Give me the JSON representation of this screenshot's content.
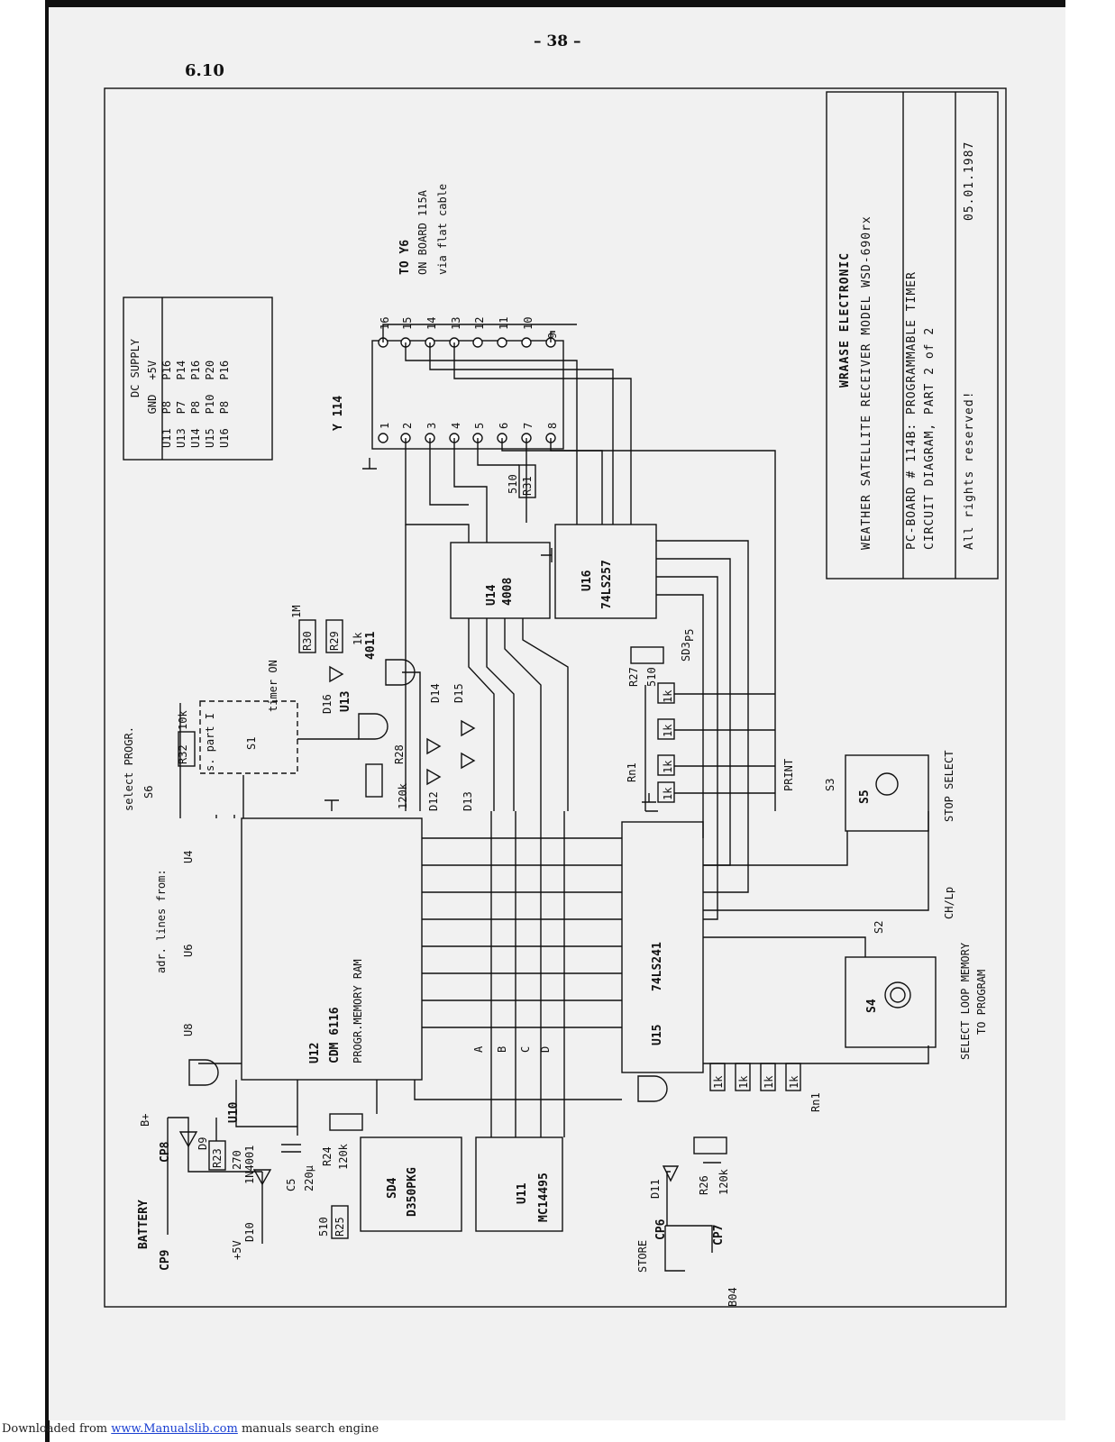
{
  "page_number": "– 38 –",
  "section": "6.10",
  "title_block": {
    "company": "WRAASE ELECTRONIC",
    "product": "WEATHER SATELLITE RECEIVER MODEL WSD-690rx",
    "board": "PC-BOARD # 114B: PROGRAMMABLE TIMER",
    "part": "CIRCUIT DIAGRAM, PART 2 of 2",
    "rights": "All rights reserved!",
    "date": "05.01.1987"
  },
  "dc_supply": {
    "title": "DC SUPPLY",
    "headers": [
      "",
      "GND",
      "+5V"
    ],
    "rows": [
      [
        "U11",
        "P8",
        "P16"
      ],
      [
        "U13",
        "P7",
        "P14"
      ],
      [
        "U14",
        "P8",
        "P16"
      ],
      [
        "U15",
        "P10",
        "P20"
      ],
      [
        "U16",
        "P8",
        "P16"
      ]
    ]
  },
  "connector": {
    "name": "Y 114",
    "to": "TO Y6",
    "board": "ON BOARD 115A",
    "via": "via flat cable",
    "pins_bottom": [
      "1",
      "2",
      "3",
      "4",
      "5",
      "6",
      "7",
      "8"
    ],
    "pins_top": [
      "16",
      "15",
      "14",
      "13",
      "12",
      "11",
      "10",
      "9"
    ]
  },
  "ics": {
    "u12": {
      "ref": "U12",
      "part": "CDM 6116",
      "desc": "PROGR.MEMORY RAM"
    },
    "u14": {
      "ref": "U14",
      "part": "4008"
    },
    "u16": {
      "ref": "U16",
      "part": "74LS257"
    },
    "u15": {
      "ref": "U15",
      "part": "74LS241"
    },
    "u11": {
      "ref": "U11",
      "part": "MC14495"
    },
    "sd4": {
      "ref": "SD4",
      "part": "D350PKG"
    },
    "u13": {
      "ref": "U13",
      "part": "4011"
    },
    "u10": {
      "ref": "U10"
    },
    "u8": {
      "ref": "U8"
    }
  },
  "labels": {
    "adr_lines": "adr. lines from:",
    "u4": "U4",
    "u6": "U6",
    "u8": "U8",
    "select_progr": "select PROGR.",
    "s6": "S6",
    "timer_on": "timer ON",
    "s_part": "s. part I",
    "s1": "S1",
    "battery": "BATTERY",
    "cp9": "CP9",
    "cp8": "CP8",
    "b_plus": "B+",
    "plus5v": "+5V",
    "store": "STORE",
    "cp6": "CP6",
    "cp7": "CP7",
    "b04": "B04",
    "print": "PRINT",
    "s3": "S3",
    "s5": "S5",
    "stop_select": "STOP SELECT",
    "s2": "S2",
    "ch_lp": "CH/Lp",
    "s4": "S4",
    "select_loop": "SELECT LOOP MEMORY",
    "to_program": "TO PROGRAM",
    "rn1": "Rn1",
    "sd3": "SD3",
    "p5": "P5",
    "abcd": [
      "A",
      "B",
      "C",
      "D"
    ]
  },
  "components": {
    "r32": "R32",
    "r32v": "10k",
    "r30": "R30",
    "r30v": "1M",
    "r29": "R29",
    "r29v": "1k",
    "r28": "R28",
    "r28v": "120k",
    "r31": "R31",
    "r31v": "510",
    "r27": "R27",
    "r27v": "510",
    "r24": "R24",
    "r24v": "120k",
    "r23": "R23",
    "r23v": "270",
    "r25": "R25",
    "r25v": "510",
    "r26": "R26",
    "r26v": "120k",
    "c5": "C5",
    "c5v": "220µ",
    "d9": "D9",
    "d10": "D10",
    "d10v": "1N4001",
    "d11": "D11",
    "d12": "D12",
    "d13": "D13",
    "d14": "D14",
    "d15": "D15",
    "d16": "D16",
    "rn_val": "1k"
  }
}
